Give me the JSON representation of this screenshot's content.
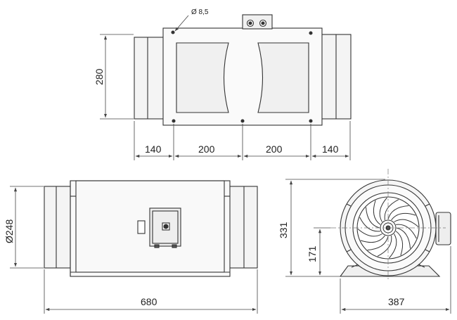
{
  "top_view": {
    "hole_label": "Ø 8,5",
    "height_label": "280",
    "widths": [
      "140",
      "200",
      "200",
      "140"
    ]
  },
  "front_view": {
    "diameter_label": "Ø248",
    "length_label": "680"
  },
  "side_view": {
    "height_label": "331",
    "axis_height_label": "171",
    "width_label": "387"
  },
  "colors": {
    "line": "#333333",
    "fill_light": "#eeeeee",
    "fill_body": "#f7f7f7",
    "dimension": "#444444"
  }
}
